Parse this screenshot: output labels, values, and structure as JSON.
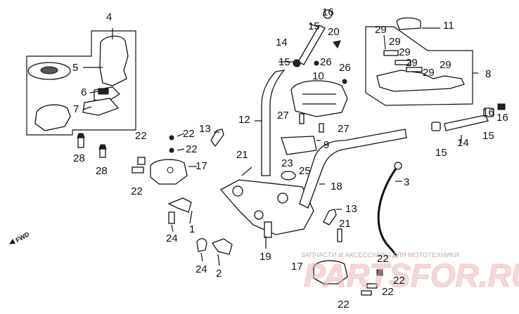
{
  "labels": {
    "l1": "1",
    "l2": "2",
    "l3": "3",
    "l4": "4",
    "l5": "5",
    "l6": "6",
    "l7": "7",
    "l8": "8",
    "l9": "9",
    "l10": "10",
    "l11": "11",
    "l12": "12",
    "l13a": "13",
    "l13b": "13",
    "l14a": "14",
    "l14b": "14",
    "l15a": "15",
    "l15b": "15",
    "l15c": "15",
    "l15d": "15",
    "l16a": "16",
    "l16b": "16",
    "l17a": "17",
    "l17b": "17",
    "l18": "18",
    "l19": "19",
    "l20": "20",
    "l21a": "21",
    "l21b": "21",
    "l22a": "22",
    "l22b": "22",
    "l22c": "22",
    "l22d": "22",
    "l22e": "22",
    "l22f": "22",
    "l22g": "22",
    "l23": "23",
    "l24a": "24",
    "l24b": "24",
    "l25": "25",
    "l26a": "26",
    "l26b": "26",
    "l27a": "27",
    "l27b": "27",
    "l28a": "28",
    "l28b": "28",
    "l29a": "29",
    "l29b": "29",
    "l29c": "29",
    "l29d": "29",
    "l29e": "29"
  },
  "fwd_marker": "FWD",
  "watermark": {
    "caption": "ЗАПЧАСТИ И АКСЕССУАРЫ ДЛЯ МОТОТЕХНИКИ",
    "logo_text": "PARTSFOR.RU"
  }
}
